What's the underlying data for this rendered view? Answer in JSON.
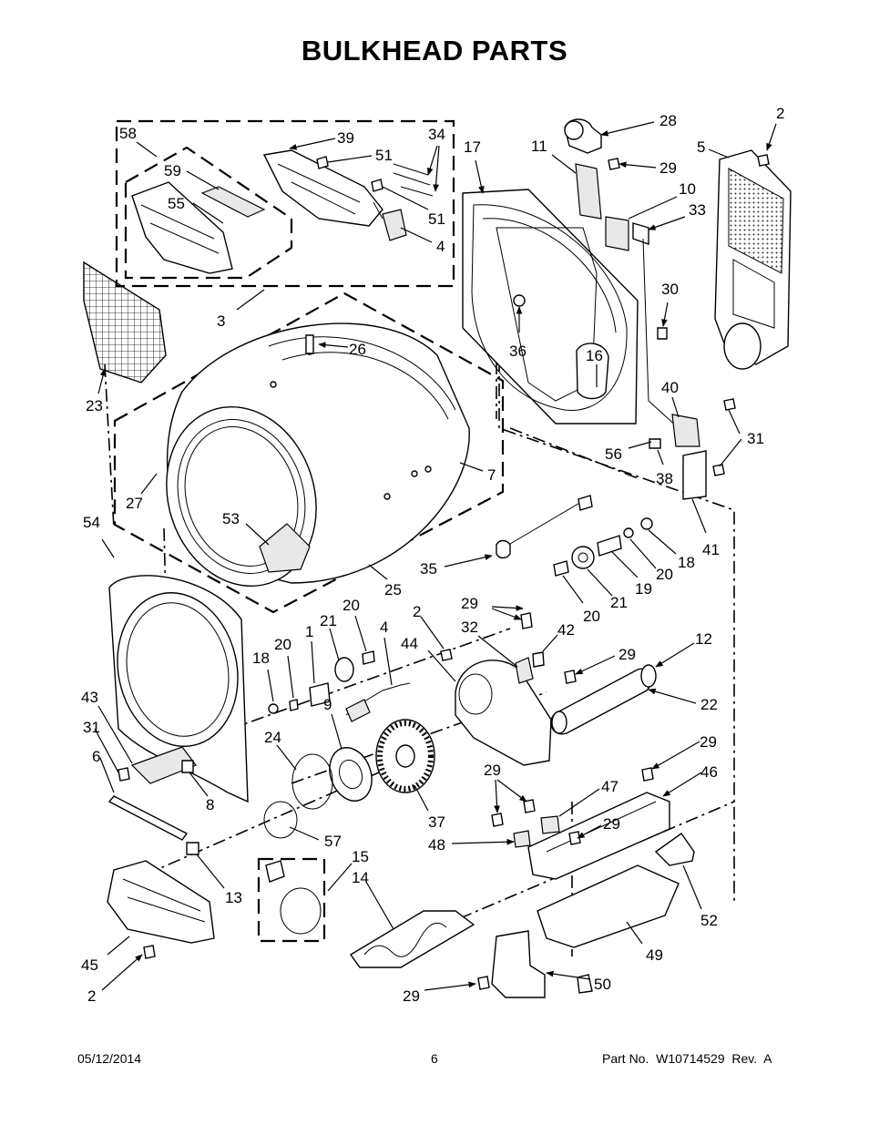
{
  "title": "BULKHEAD PARTS",
  "footer": {
    "date": "05/12/2014",
    "page_number": "6",
    "part_number": "Part No.  W10714529  Rev.  A"
  },
  "callouts": {
    "c58": "58",
    "c59": "59",
    "c55": "55",
    "c39": "39",
    "c34": "34",
    "c51a": "51",
    "c51b": "51",
    "c4a": "4",
    "c3": "3",
    "c23": "23",
    "c26": "26",
    "c27": "27",
    "c7": "7",
    "c53": "53",
    "c25": "25",
    "c54": "54",
    "c17": "17",
    "c11": "11",
    "c28": "28",
    "c29a": "29",
    "c10": "10",
    "c33": "33",
    "c5": "5",
    "c2a": "2",
    "c36": "36",
    "c16": "16",
    "c30": "30",
    "c40": "40",
    "c31a": "31",
    "c56": "56",
    "c38": "38",
    "c41": "41",
    "c35": "35",
    "c18a": "18",
    "c20a": "20",
    "c19": "19",
    "c20b": "20",
    "c21a": "21",
    "c2b": "2",
    "c29b": "29",
    "c32": "32",
    "c42": "42",
    "c44": "44",
    "c29c": "29",
    "c12": "12",
    "c22": "22",
    "c18b": "18",
    "c20c": "20",
    "c1": "1",
    "c21b": "21",
    "c20d": "20",
    "c4b": "4",
    "c43": "43",
    "c31b": "31",
    "c6": "6",
    "c9": "9",
    "c24": "24",
    "c8": "8",
    "c37": "37",
    "c57": "57",
    "c29d": "29",
    "c46": "46",
    "c29e": "29",
    "c47": "47",
    "c29f": "29",
    "c48": "48",
    "c13": "13",
    "c15": "15",
    "c14": "14",
    "c52": "52",
    "c45": "45",
    "c2c": "2",
    "c49": "49",
    "c50": "50",
    "c29g": "29"
  }
}
